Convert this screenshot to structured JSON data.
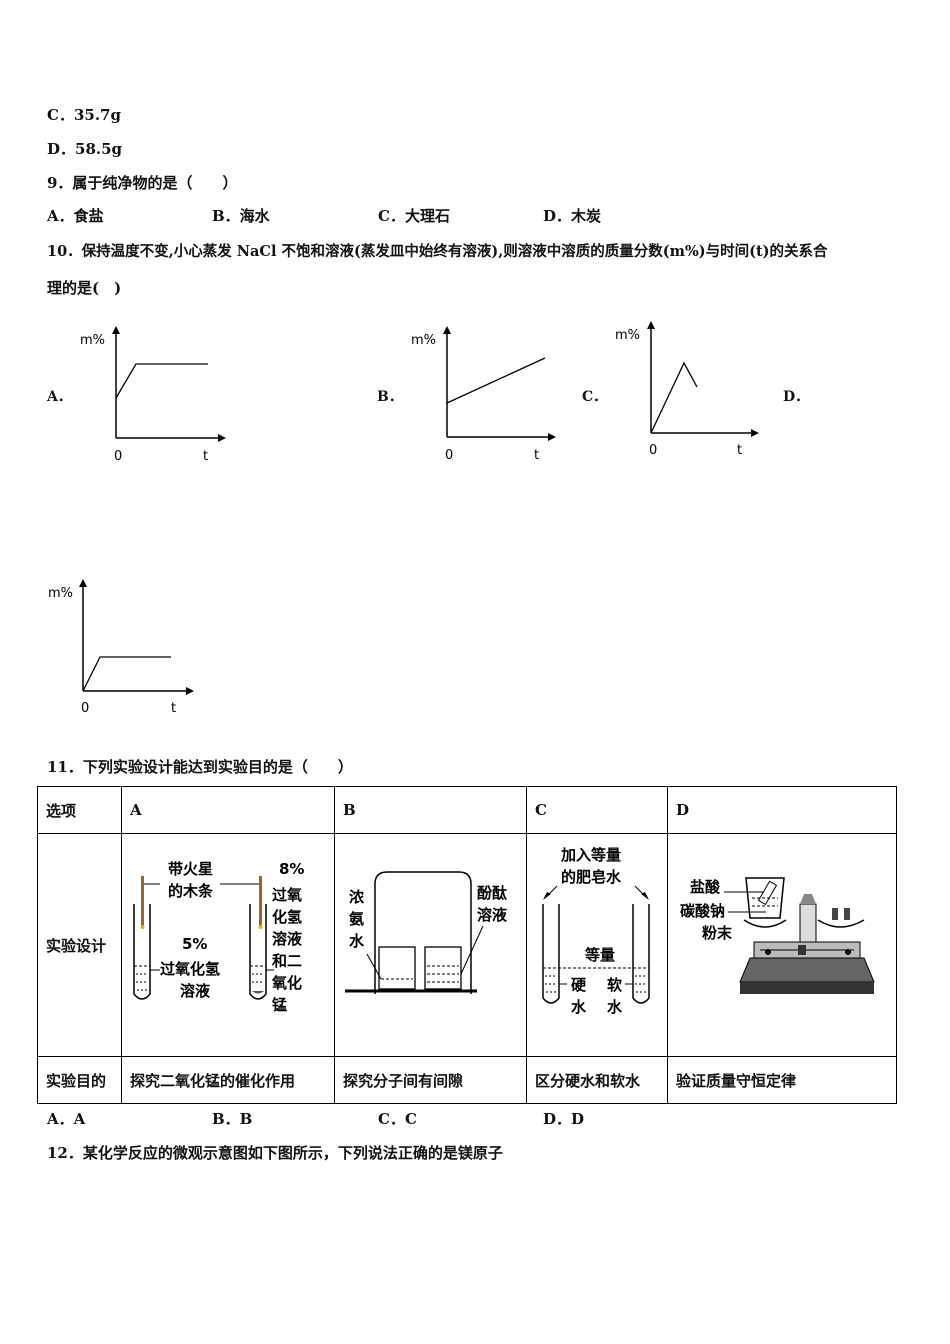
{
  "q8_options": {
    "c": "C．35.7g",
    "d": "D．58.5g"
  },
  "q9": {
    "stem": "9．属于纯净物的是（　　）",
    "a": "A．食盐",
    "b": "B．海水",
    "c": "C．大理石",
    "d": "D．木炭"
  },
  "q10": {
    "stem_line1": "10．保持温度不变,小心蒸发 NaCl 不饱和溶液(蒸发皿中始终有溶液),则溶液中溶质的质量分数(m%)与时间(t)的关系合",
    "stem_line2": "理的是(　)",
    "labels": {
      "a": "A．",
      "b": "B．",
      "c": "C．",
      "d": "D．"
    },
    "ylabel": "m%",
    "xlabel": "t",
    "origin": "0"
  },
  "q11": {
    "stem": "11．下列实验设计能达到实验目的是（　　）",
    "headers": [
      "选项",
      "A",
      "B",
      "C",
      "D"
    ],
    "row_design": "实验设计",
    "row_goal": "实验目的",
    "goals": [
      "探究二氧化锰的催化作用",
      "探究分子间有间隙",
      "区分硬水和软水",
      "验证质量守恒定律"
    ],
    "diagram_a": {
      "splint": "带火星",
      "splint2": "的木条",
      "pct8": "8%",
      "left_pct": "5%",
      "left1": "过氧化氢",
      "left2": "溶液",
      "r1": "过氧",
      "r2": "化氢",
      "r3": "溶液",
      "r4": "和二",
      "r5": "氧化",
      "r6": "锰"
    },
    "diagram_b": {
      "l1": "浓",
      "l2": "氨",
      "l3": "水",
      "r1": "酚酞",
      "r2": "溶液"
    },
    "diagram_c": {
      "t1": "加入等量",
      "t2": "的肥皂水",
      "eq": "等量",
      "h1": "硬",
      "h2": "水",
      "s1": "软",
      "s2": "水"
    },
    "diagram_d": {
      "acid": "盐酸",
      "carb": "碳酸钠",
      "powder": "粉末"
    },
    "answers": {
      "a": "A．A",
      "b": "B．B",
      "c": "C．C",
      "d": "D．D"
    }
  },
  "q12": {
    "stem": "12．某化学反应的微观示意图如下图所示，下列说法正确的是镁原子"
  }
}
